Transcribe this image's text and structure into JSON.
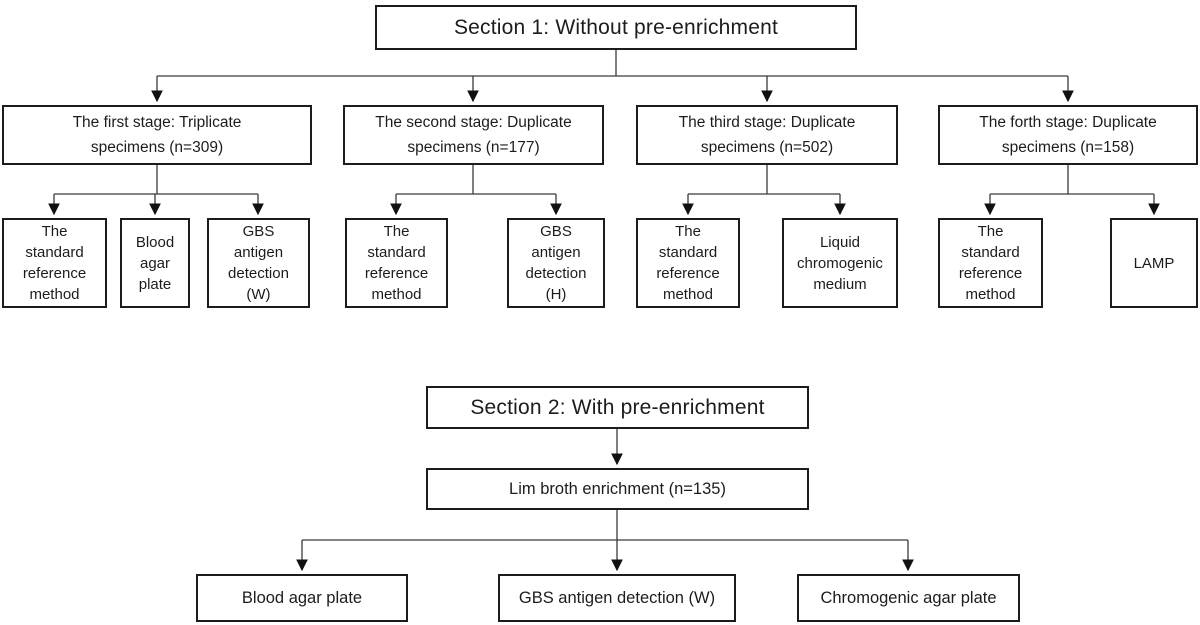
{
  "flow": {
    "colors": {
      "box_border": "#1c1c1c",
      "connector_line": "#3a3a3a",
      "arrowhead": "#111111",
      "background": "#ffffff",
      "text": "#1c1c1c"
    },
    "section1": {
      "title": "Section 1: Without pre-enrichment",
      "stages": [
        {
          "label": "The first stage: Triplicate\nspecimens (n=309)",
          "children": [
            "The\nstandard\nreference\nmethod",
            "Blood\nagar\nplate",
            "GBS\nantigen\ndetection\n(W)"
          ]
        },
        {
          "label": "The second stage: Duplicate\nspecimens (n=177)",
          "children": [
            "The\nstandard\nreference\nmethod",
            "GBS\nantigen\ndetection\n(H)"
          ]
        },
        {
          "label": "The third stage: Duplicate\nspecimens (n=502)",
          "children": [
            "The\nstandard\nreference\nmethod",
            "Liquid\nchromogenic\nmedium"
          ]
        },
        {
          "label": "The forth stage: Duplicate\nspecimens (n=158)",
          "children": [
            "The\nstandard\nreference\nmethod",
            "LAMP"
          ]
        }
      ]
    },
    "section2": {
      "title": "Section 2: With pre-enrichment",
      "enrichment_label": "Lim broth enrichment (n=135)",
      "children": [
        "Blood agar plate",
        "GBS antigen detection (W)",
        "Chromogenic agar plate"
      ]
    }
  }
}
